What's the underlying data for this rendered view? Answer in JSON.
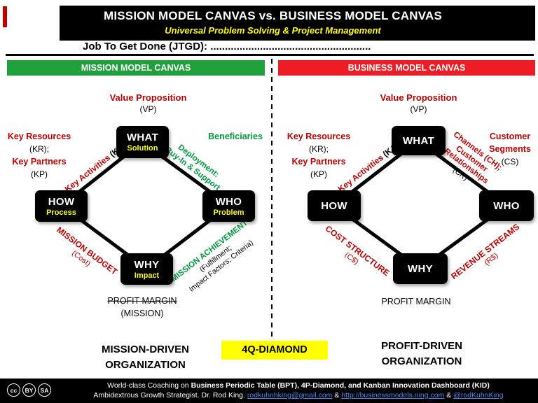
{
  "slide": {
    "title": "MISSION MODEL CANVAS vs. BUSINESS MODEL CANVAS",
    "subtitle": "Universal Problem Solving & Project Management",
    "jtgd": "Job To Get Done (JTGD): .......................................................",
    "center_label": "4Q-DIAMOND"
  },
  "banners": {
    "mission": "MISSION MODEL CANVAS",
    "business": "BUSINESS MODEL CANVAS"
  },
  "mission": {
    "value_prop": "Value Proposition",
    "vp": "(VP)",
    "what": "WHAT",
    "what_sub": "Solution",
    "how": "HOW",
    "how_sub": "Process",
    "who": "WHO",
    "who_sub": "Problem",
    "why": "WHY",
    "why_sub": "Impact",
    "key_resources": "Key Resources",
    "kr": "(KR);",
    "key_partners": "Key Partners",
    "kp": "(KP)",
    "beneficiaries": "Beneficiaries",
    "key_activities": "Key Activities",
    "ka": "(KA)",
    "deployment_1": "Deployment:",
    "deployment_2": "Buy-In & Support",
    "budget_1": "MISSION BUDGET",
    "budget_2": "(Cost)",
    "achievement_1": "MISSION ACHIEVEMENT",
    "achievement_2": "(Fulfillment;",
    "achievement_3": "Impact Factors; Criteria)",
    "profit_margin": "PROFIT MARGIN",
    "profit_margin_sub": "(MISSION)",
    "org_line1": "MISSION-DRIVEN",
    "org_line2": "ORGANIZATION"
  },
  "business": {
    "value_prop": "Value Proposition",
    "vp": "(VP)",
    "what": "WHAT",
    "how": "HOW",
    "who": "WHO",
    "why": "WHY",
    "key_resources": "Key Resources",
    "kr": "(KR);",
    "key_partners": "Key Partners",
    "kp": "(KP)",
    "customer_1": "Customer",
    "customer_2": "Segments",
    "cs": "(CS)",
    "key_activities": "Key Activities",
    "ka": "(KA)",
    "channels_1": "Channels (CH);",
    "channels_2": "Customer",
    "channels_3": "Relationships",
    "channels_4": "(CR)",
    "cost_1": "COST STRUCTURE",
    "cost_2": "(C$)",
    "revenue_1": "REVENUE STREAMS",
    "revenue_2": "(R$)",
    "profit_margin": "PROFIT MARGIN",
    "org_line1": "PROFIT-DRIVEN",
    "org_line2": "ORGANIZATION"
  },
  "footer": {
    "line1_normal": "World-class Coaching on ",
    "line1_bold": "Business Periodic Table (BPT), 4P-Diamond, and Kanban Innovation Dashboard (KID)",
    "line2_prefix": "Ambidextrous Growth Strategist. Dr. Rod King. ",
    "email": "rodkuhnhking@gmail.com",
    "amp1": " & ",
    "url": "http://businessmodels.ning.com",
    "amp2": " & ",
    "handle": "@rodKuhnKing",
    "cc": "cc",
    "by": "BY",
    "sa": "SA"
  },
  "colors": {
    "mission_banner_green": "#1FA03C",
    "business_banner_red": "#EE1C25",
    "heading_red": "#C00000",
    "accent_green": "#009A3D",
    "highlight_yellow": "#FFFF00",
    "box_black": "#000000",
    "link_blue": "#4A86E8"
  }
}
